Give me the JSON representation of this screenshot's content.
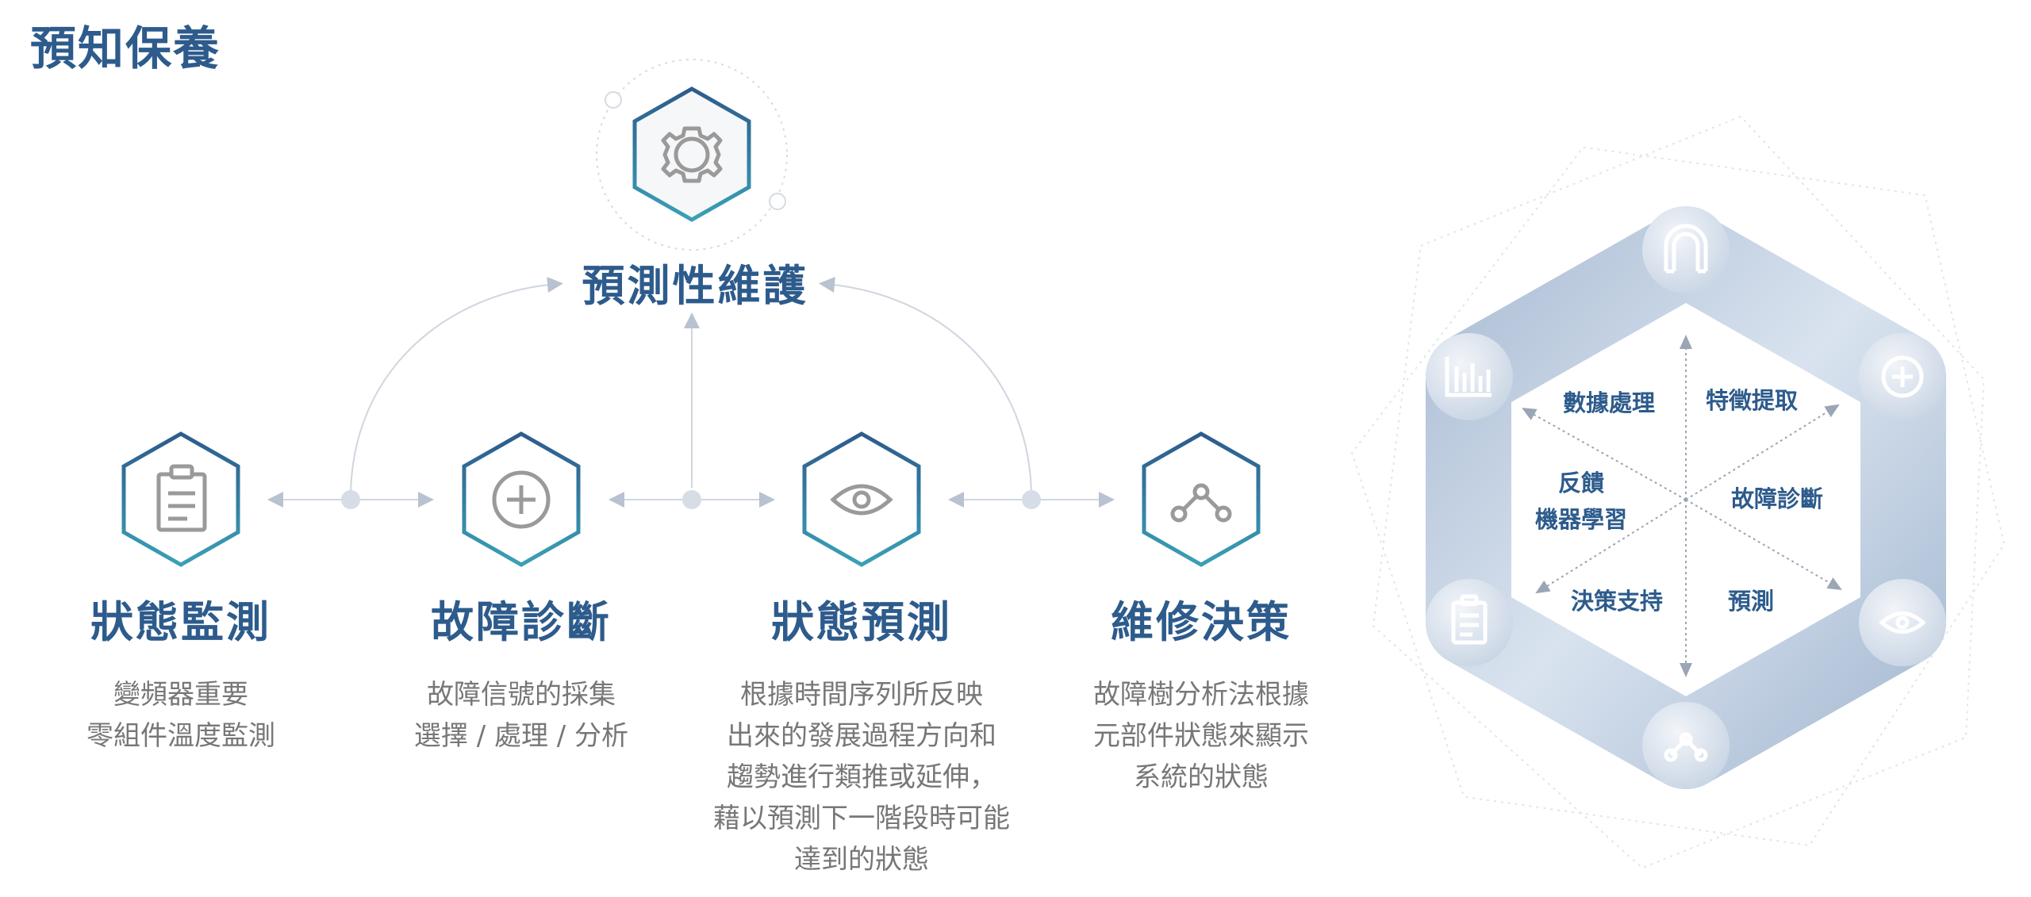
{
  "page": {
    "title": "預知保養"
  },
  "hub": {
    "title": "預測性維護",
    "icon": "gear-icon"
  },
  "stages": [
    {
      "title": "狀態監測",
      "icon": "clipboard-icon",
      "desc": [
        "變頻器重要",
        "零組件溫度監測"
      ]
    },
    {
      "title": "故障診斷",
      "icon": "plus-circle-icon",
      "desc": [
        "故障信號的採集",
        "選擇 / 處理 / 分析"
      ]
    },
    {
      "title": "狀態預測",
      "icon": "eye-icon",
      "desc": [
        "根據時間序列所反映",
        "出來的發展過程方向和",
        "趨勢進行類推或延伸，",
        "藉以預測下一階段時可能",
        "達到的狀態"
      ]
    },
    {
      "title": "維修決策",
      "icon": "network-icon",
      "desc": [
        "故障樹分析法根據",
        "元部件狀態來顯示",
        "系統的狀態"
      ]
    }
  ],
  "cycle": {
    "segments": [
      {
        "label": "數據處理"
      },
      {
        "label": "特徵提取"
      },
      {
        "label": "故障診斷"
      },
      {
        "label": "預測"
      },
      {
        "label": "決策支持"
      },
      {
        "label": "反饋"
      },
      {
        "label": "機器學習"
      }
    ],
    "node_icons": [
      "magnet-icon",
      "plus-circle-icon",
      "eye-icon",
      "network-icon",
      "clipboard-icon",
      "bar-chart-icon"
    ]
  },
  "colors": {
    "title_blue": "#2d5b8c",
    "teal": "#3aa0b5",
    "icon_gray": "#9a9a9a",
    "desc_gray": "#777777",
    "band": "#c3d1e2"
  }
}
